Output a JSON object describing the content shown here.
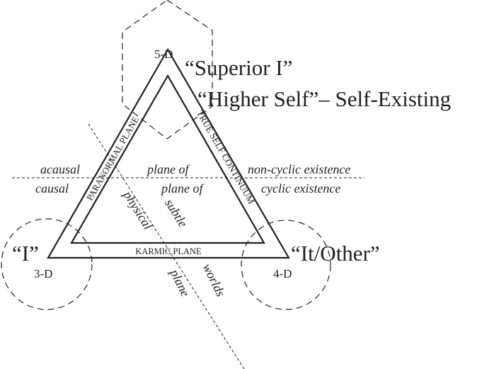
{
  "vertices": {
    "top": {
      "dimension": "5-D",
      "title_line1": "“Superior I”",
      "title_line2": "“Higher Self”– Self-Existing"
    },
    "left": {
      "dimension": "3-D",
      "title": "“I”"
    },
    "right": {
      "dimension": "4-D",
      "title": "“It/Other”"
    }
  },
  "sides": {
    "left": "PARANORMAL PLANE",
    "right": "TRUE SELF CONTINUUM",
    "bottom": "KARMIC PLANE"
  },
  "horizontal_divider": {
    "above": {
      "left": "acausal",
      "center": "plane of",
      "right": "non-cyclic existence"
    },
    "below": {
      "left": "causal",
      "center": "plane of",
      "right": "cyclic existence"
    }
  },
  "diagonal_divider": {
    "upper_right": "subtle",
    "upper_left": "physical",
    "lower_right": "worlds",
    "lower_left": "plane"
  },
  "colors": {
    "ink": "#231f20",
    "background": "#ffffff"
  }
}
